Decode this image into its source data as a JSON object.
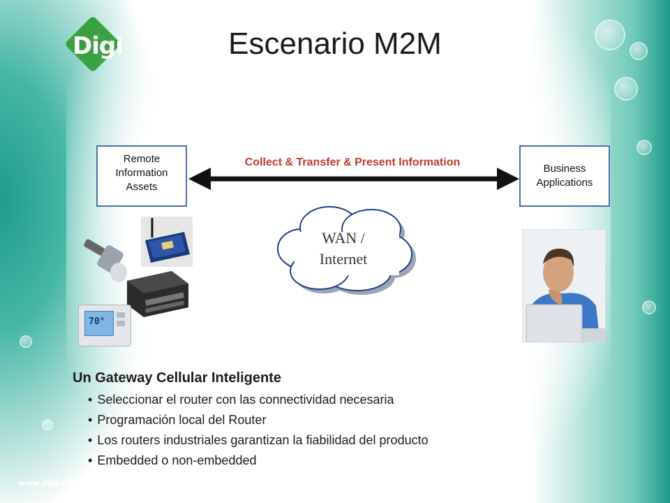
{
  "title": "Escenario M2M",
  "logo_text": "Digi",
  "footer_url": "www.digi.com",
  "left_box": [
    "Remote",
    "Information",
    "Assets"
  ],
  "right_box": [
    "Business",
    "Applications"
  ],
  "arrow_label": "Collect  & Transfer & Present Information",
  "cloud": [
    "WAN /",
    "Internet"
  ],
  "heading": "Un Gateway  Cellular  Inteligente",
  "bullets": [
    "Seleccionar el  router  con  las connectividad necesaria",
    "Programación local   del Router",
    "Los routers industriales garantizan la fiabilidad  del producto",
    "Embedded o  non-embedded"
  ],
  "thermostat_reading": "70°",
  "colors": {
    "accent_teal": "#1f9c8c",
    "logo_green": "#3aa142",
    "arrow_text": "#c0392b",
    "box_border": "#4a6fa8"
  }
}
